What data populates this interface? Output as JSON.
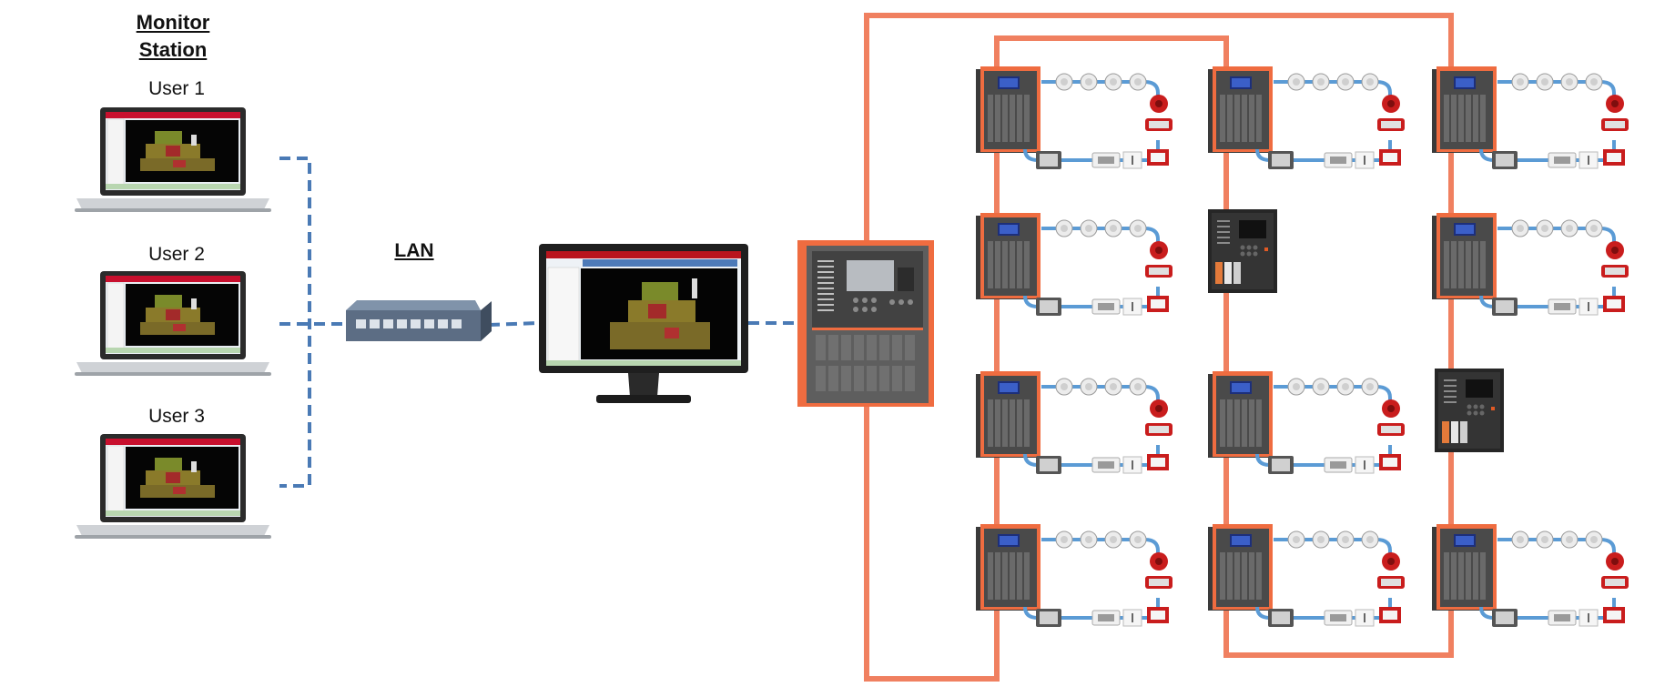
{
  "title": "Monitor\nStation",
  "users": [
    "User 1",
    "User 2",
    "User 3"
  ],
  "lan_label": "LAN",
  "colors": {
    "network_line": "#4a7ab5",
    "panel_loop": "#f08060",
    "panel_orange": "#ef6c40",
    "panel_body": "#4a4a4a",
    "device_line": "#5b9bd5",
    "sounder_red": "#c91d1d"
  },
  "panel_rows": [
    [
      "loop-panel",
      "loop-panel",
      "loop-panel"
    ],
    [
      "loop-panel",
      "repeater-panel",
      "loop-panel"
    ],
    [
      "loop-panel",
      "loop-panel",
      "repeater-panel"
    ],
    [
      "loop-panel",
      "loop-panel",
      "loop-panel"
    ]
  ]
}
